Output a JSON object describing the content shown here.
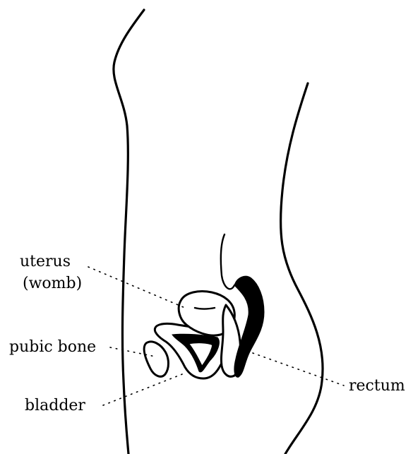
{
  "labels": {
    "uterus": "uterus",
    "womb": "(womb)",
    "pubic_bone": "pubic bone",
    "bladder": "bladder",
    "rectum": "rectum"
  },
  "colors": {
    "ink": "#000000",
    "paper": "#ffffff"
  }
}
